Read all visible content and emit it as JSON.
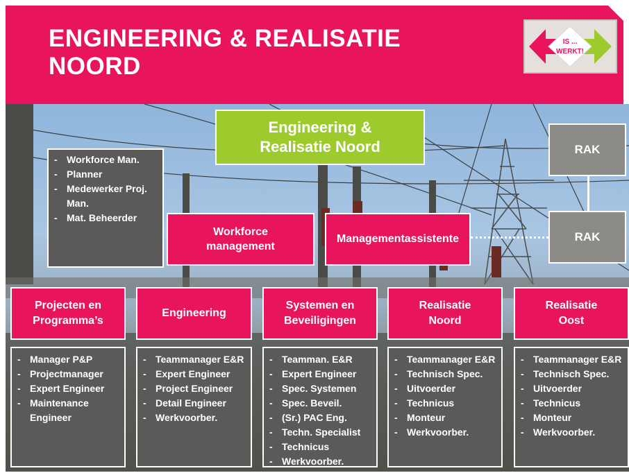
{
  "header": {
    "title_line1": "ENGINEERING & REALISATIE",
    "title_line2": "NOORD",
    "logo_text_top": "IS ...",
    "logo_text_bottom": "WERKT!"
  },
  "top_box": {
    "line1": "Engineering &",
    "line2": "Realisatie Noord"
  },
  "rak_top": "RAK",
  "rak_bottom": "RAK",
  "workforce_box": {
    "line1": "Workforce",
    "line2": "management"
  },
  "management_assistent": "Managementassistente",
  "workforce_list": [
    "Workforce Man.",
    "Planner",
    "Medewerker Proj. Man.",
    "Mat. Beheerder"
  ],
  "departments": [
    {
      "line1": "Projecten en",
      "line2": "Programma’s",
      "items": [
        "Manager P&P",
        "Projectmanager",
        "Expert Engineer",
        "Maintenance Engineer"
      ]
    },
    {
      "line1": "Engineering",
      "line2": "",
      "items": [
        "Teammanager E&R",
        "Expert Engineer",
        "Project Engineer",
        "Detail Engineer",
        "Werkvoorber."
      ]
    },
    {
      "line1": "Systemen en",
      "line2": "Beveiligingen",
      "items": [
        "Teamman.  E&R",
        "Expert Engineer",
        "Spec. Systemen",
        "Spec. Beveil.",
        "(Sr.) PAC Eng.",
        "Techn. Specialist",
        "Technicus",
        "Werkvoorber."
      ]
    },
    {
      "line1": "Realisatie",
      "line2": "Noord",
      "items": [
        "Teammanager E&R",
        "Technisch Spec.",
        "Uitvoerder",
        "Technicus",
        "Monteur",
        "Werkvoorber."
      ]
    },
    {
      "line1": "Realisatie",
      "line2": "Oost",
      "items": [
        "Teammanager E&R",
        "Technisch Spec.",
        "Uitvoerder",
        "Technicus",
        "Monteur",
        "Werkvoorber."
      ]
    }
  ],
  "colors": {
    "brand_pink": "#e8145e",
    "lime": "#9dcb2e",
    "grey_box": "#8d8b88",
    "dark_list": "#5b5a58"
  }
}
